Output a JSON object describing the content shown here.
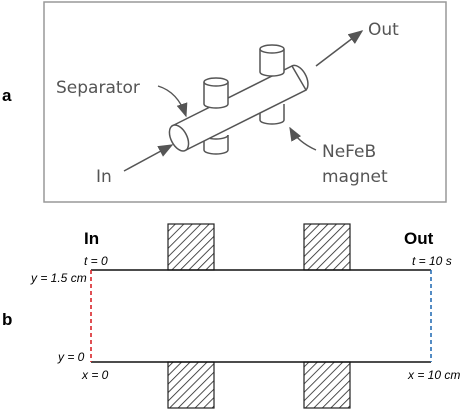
{
  "panel_a": {
    "label": "a",
    "out_label": "Out",
    "separator_label": "Separator",
    "in_label": "In",
    "magnet_label_1": "NeFeB",
    "magnet_label_2": "magnet"
  },
  "panel_b": {
    "label": "b",
    "in_label": "In",
    "out_label": "Out",
    "t_start": "t = 0",
    "t_end": "t = 10 s",
    "y_top": "y = 1.5 cm",
    "y_bottom": "y = 0",
    "x_start": "x = 0",
    "x_end": "x = 10 cm"
  },
  "colors": {
    "inlet_boundary": "#d9252a",
    "outlet_boundary": "#2a6fb5",
    "panel_border": "#999999"
  }
}
